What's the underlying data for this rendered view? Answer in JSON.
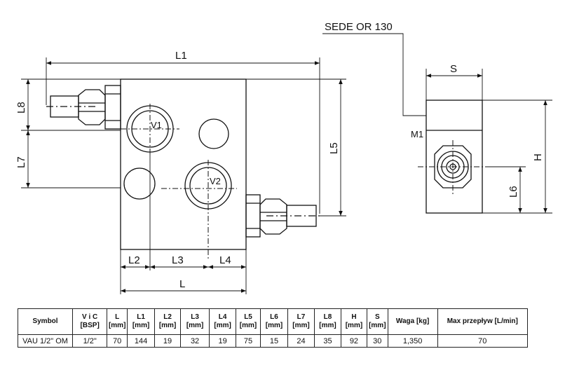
{
  "drawing": {
    "labels": {
      "L1": "L1",
      "L8": "L8",
      "L7": "L7",
      "L5": "L5",
      "V1": "V1",
      "V2": "V2",
      "L2": "L2",
      "L3": "L3",
      "L4": "L4",
      "L": "L",
      "sede": "SEDE OR 130",
      "S": "S",
      "M1": "M1",
      "H": "H",
      "L6": "L6"
    }
  },
  "table": {
    "headers": [
      {
        "top": "Symbol",
        "bottom": ""
      },
      {
        "top": "V i C",
        "bottom": "[BSP]"
      },
      {
        "top": "L",
        "bottom": "[mm]"
      },
      {
        "top": "L1",
        "bottom": "[mm]"
      },
      {
        "top": "L2",
        "bottom": "[mm]"
      },
      {
        "top": "L3",
        "bottom": "[mm]"
      },
      {
        "top": "L4",
        "bottom": "[mm]"
      },
      {
        "top": "L5",
        "bottom": "[mm]"
      },
      {
        "top": "L6",
        "bottom": "[mm]"
      },
      {
        "top": "L7",
        "bottom": "[mm]"
      },
      {
        "top": "L8",
        "bottom": "[mm]"
      },
      {
        "top": "H",
        "bottom": "[mm]"
      },
      {
        "top": "S",
        "bottom": "[mm]"
      },
      {
        "top": "Waga [kg]",
        "bottom": ""
      },
      {
        "top": "Max przepływ [L/min]",
        "bottom": ""
      }
    ],
    "row": [
      "VAU 1/2\" OM",
      "1/2\"",
      "70",
      "144",
      "19",
      "32",
      "19",
      "75",
      "15",
      "24",
      "35",
      "92",
      "30",
      "1,350",
      "70"
    ]
  }
}
